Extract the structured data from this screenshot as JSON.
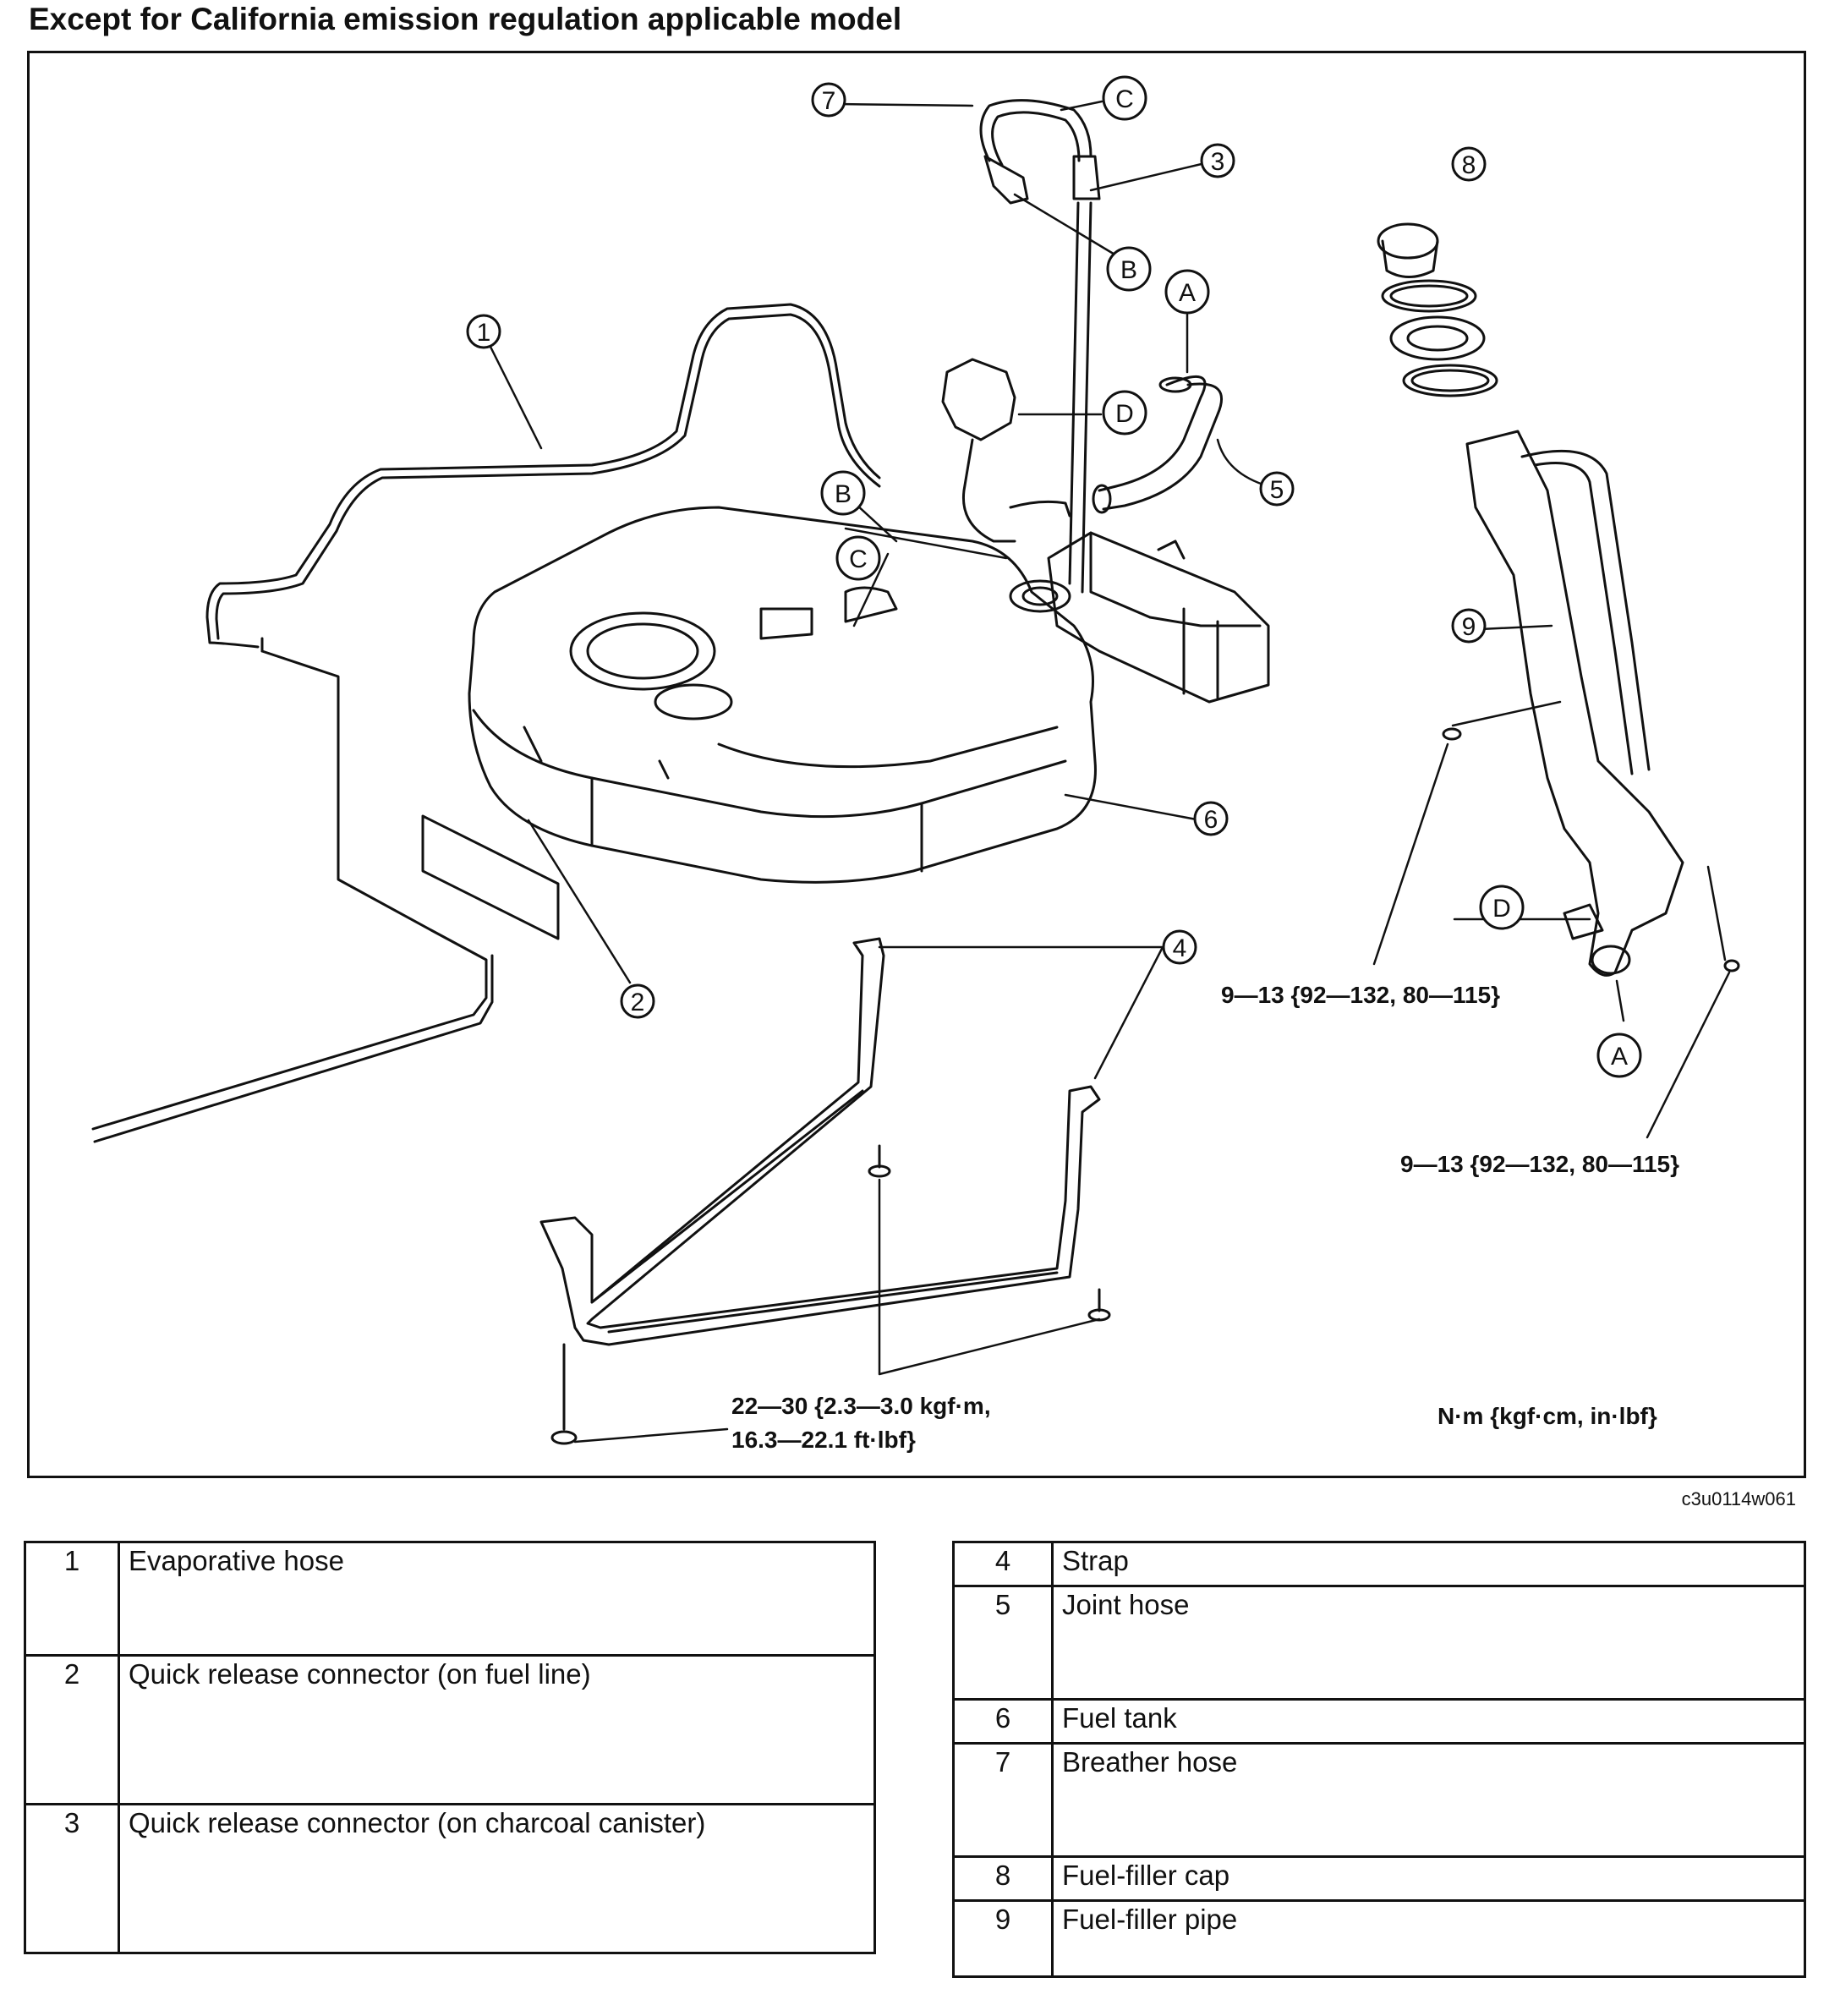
{
  "title": "Except for California emission regulation applicable model",
  "figure_id": "c3u0114w061",
  "callouts": {
    "c1": "1",
    "c2": "2",
    "c3": "3",
    "c4": "4",
    "c5": "5",
    "c6": "6",
    "c7": "7",
    "c8": "8",
    "c9": "9",
    "A": "A",
    "B": "B",
    "C": "C",
    "D": "D"
  },
  "torque": {
    "filler_upper": "9—13 {92—132, 80—115}",
    "filler_lower": "9—13 {92—132, 80—115}",
    "strap_line1": "22—30 {2.3—3.0 kgf·m,",
    "strap_line2": "16.3—22.1 ft·lbf}",
    "units": "N·m {kgf·cm, in·lbf}"
  },
  "legend_left": [
    {
      "num": "1",
      "label": "Evaporative hose"
    },
    {
      "num": "2",
      "label": "Quick release connector (on fuel line)"
    },
    {
      "num": "3",
      "label": "Quick release connector (on charcoal canister)"
    }
  ],
  "legend_right": [
    {
      "num": "4",
      "label": "Strap"
    },
    {
      "num": "5",
      "label": "Joint hose"
    },
    {
      "num": "6",
      "label": "Fuel tank"
    },
    {
      "num": "7",
      "label": "Breather hose"
    },
    {
      "num": "8",
      "label": "Fuel-filler cap"
    },
    {
      "num": "9",
      "label": "Fuel-filler pipe"
    }
  ]
}
